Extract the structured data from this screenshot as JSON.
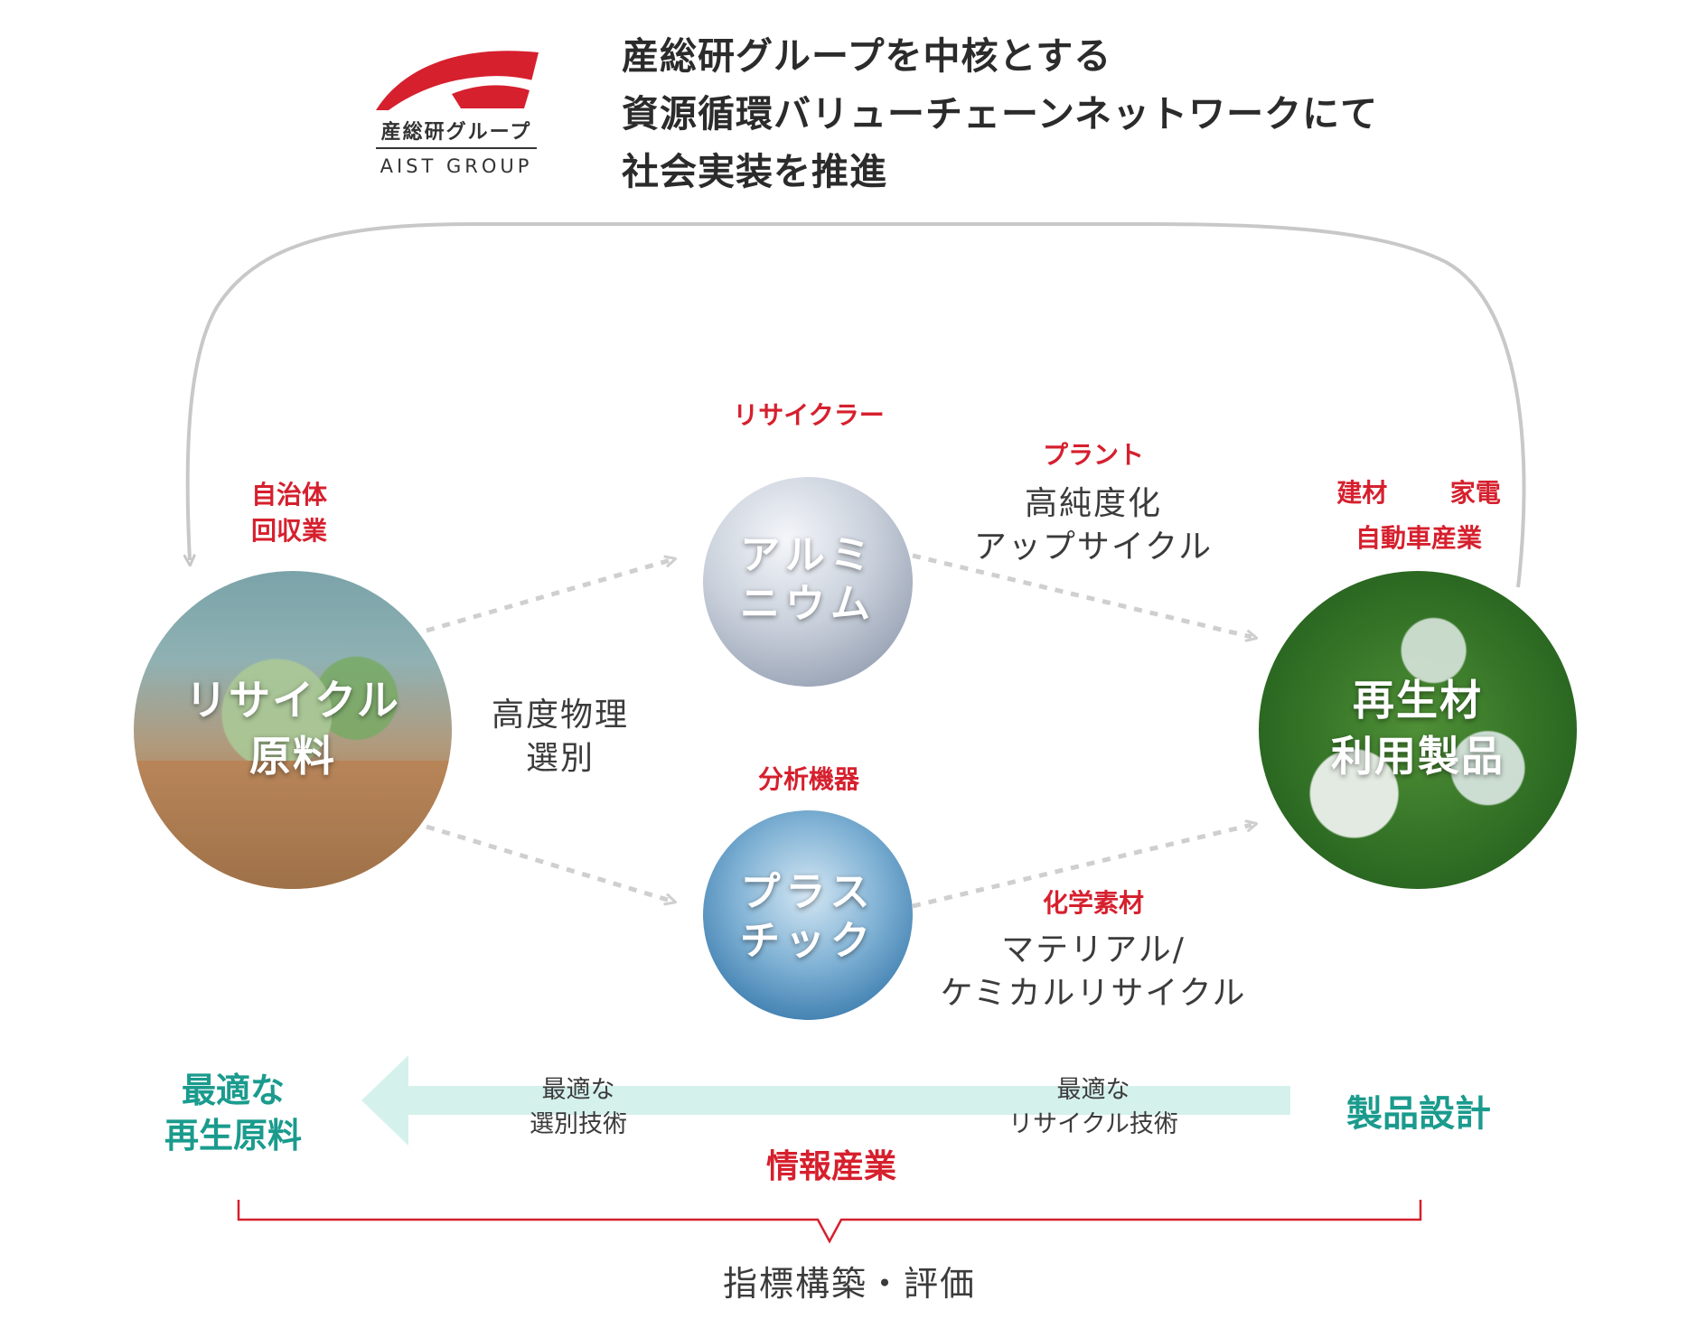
{
  "logo": {
    "brand_jp": "産総研グループ",
    "brand_en": "AIST GROUP",
    "mark_color": "#d6202e"
  },
  "headline": {
    "line1": "産総研グループを中核とする",
    "line2": "資源循環バリューチェーンネットワークにて",
    "line3": "社会実装を推進"
  },
  "nodes": {
    "raw_material": {
      "role_line1": "自治体",
      "role_line2": "回収業",
      "title_line1": "リサイクル",
      "title_line2": "原料"
    },
    "aluminum": {
      "role": "リサイクラー",
      "title_line1": "アルミ",
      "title_line2": "ニウム"
    },
    "plastic": {
      "role": "分析機器",
      "title_line1": "プラス",
      "title_line2": "チック"
    },
    "product": {
      "role_line1_a": "建材",
      "role_line1_b": "家電",
      "role_line2": "自動車産業",
      "title_line1": "再生材",
      "title_line2": "利用製品"
    }
  },
  "process_labels": {
    "sorting_line1": "高度物理",
    "sorting_line2": "選別",
    "plant_role": "プラント",
    "upcycle_line1": "高純度化",
    "upcycle_line2": "アップサイクル",
    "chemical_role": "化学素材",
    "recycle_line1": "マテリアル/",
    "recycle_line2": "ケミカルリサイクル"
  },
  "bottom": {
    "optimal_raw_line1": "最適な",
    "optimal_raw_line2": "再生原料",
    "product_design": "製品設計",
    "sort_tech_line1": "最適な",
    "sort_tech_line2": "選別技術",
    "recycle_tech_line1": "最適な",
    "recycle_tech_line2": "リサイクル技術",
    "info_industry": "情報産業",
    "metrics": "指標構築・評価"
  },
  "colors": {
    "accent_red": "#d6202e",
    "teal": "#1a9b8d",
    "arrow_teal": "#d5f1ec",
    "loop_grey": "#c8c8c8",
    "dash_grey": "#d0d0d0"
  }
}
